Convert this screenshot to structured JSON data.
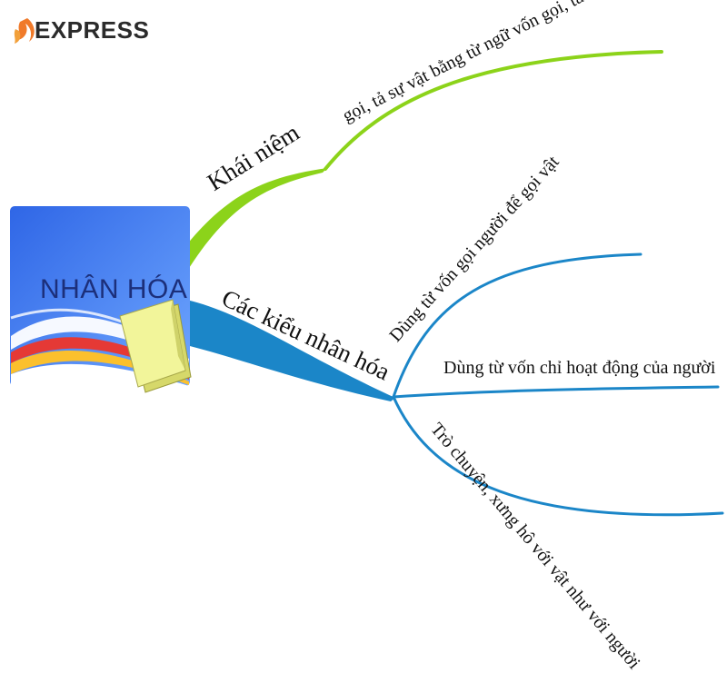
{
  "brand": {
    "name": "EXPRESS",
    "icon": "flame-icon"
  },
  "root": {
    "title": "NHÂN HÓA"
  },
  "branches": [
    {
      "label": "Khái niệm",
      "color": "#8cd31a",
      "children": [
        {
          "label": "gọi, tả sự vật bằng từ ngữ vốn gọi, tả người."
        }
      ]
    },
    {
      "label": "Các kiểu nhân hóa",
      "color": "#1b86c8",
      "children": [
        {
          "label": "Dùng từ vốn gọi người để gọi vật"
        },
        {
          "label": "Dùng từ vốn chỉ hoạt động của người"
        },
        {
          "label": "Trò chuyện, xưng hô với vật như với người"
        }
      ]
    }
  ]
}
